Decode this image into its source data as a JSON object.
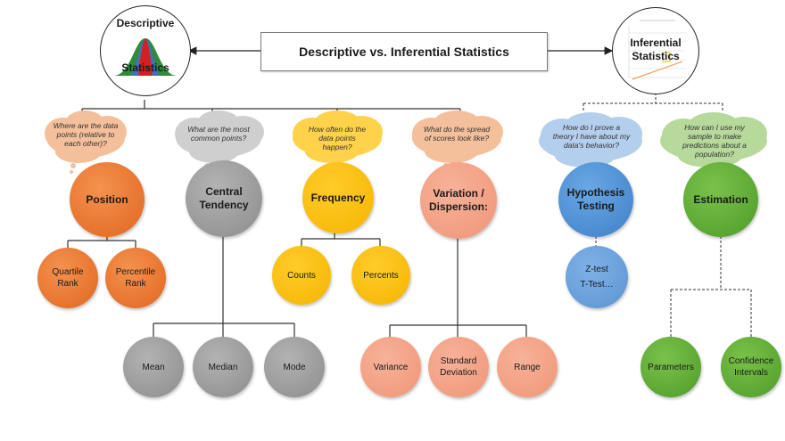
{
  "title": "Descriptive vs. Inferential Statistics",
  "descriptive": {
    "line1": "Descriptive",
    "line2": "Statistics"
  },
  "inferential": {
    "line1": "Inferential",
    "line2": "Statistics"
  },
  "questions": {
    "position": "Where are the data points (relative to each other)?",
    "central": "What are the most common points?",
    "frequency": "How often do the data points happen?",
    "variation": "What do the spread of scores look like?",
    "hypothesis": "How do I prove a theory I have about my data's behavior?",
    "estimation": "How can I use my sample to make predictions about a population?"
  },
  "categories": {
    "position": "Position",
    "central_1": "Central",
    "central_2": "Tendency",
    "frequency": "Frequency",
    "variation_1": "Variation /",
    "variation_2": "Dispersion:",
    "hypothesis_1": "Hypothesis",
    "hypothesis_2": "Testing",
    "estimation": "Estimation"
  },
  "leaves": {
    "quartile_1": "Quartile",
    "quartile_2": "Rank",
    "percentile_1": "Percentile",
    "percentile_2": "Rank",
    "mean": "Mean",
    "median": "Median",
    "mode": "Mode",
    "counts": "Counts",
    "percents": "Percents",
    "variance": "Variance",
    "stddev_1": "Standard",
    "stddev_2": "Deviation",
    "range": "Range",
    "ztest": "Z-test",
    "ttest": "T-Test…",
    "parameters": "Parameters",
    "confidence_1": "Confidence",
    "confidence_2": "Intervals"
  },
  "colors": {
    "position": "#e8732f",
    "central": "#a0a0a0",
    "frequency": "#fbbf10",
    "variation": "#f2a386",
    "hypothesis": "#4f8fd6",
    "estimation": "#63ae37",
    "cloud_salmon": "#f4bf9b",
    "cloud_gray": "#cfcfcf",
    "cloud_yellow": "#ffd24a",
    "cloud_blue": "#b4cfee",
    "cloud_green": "#b7d99b"
  }
}
